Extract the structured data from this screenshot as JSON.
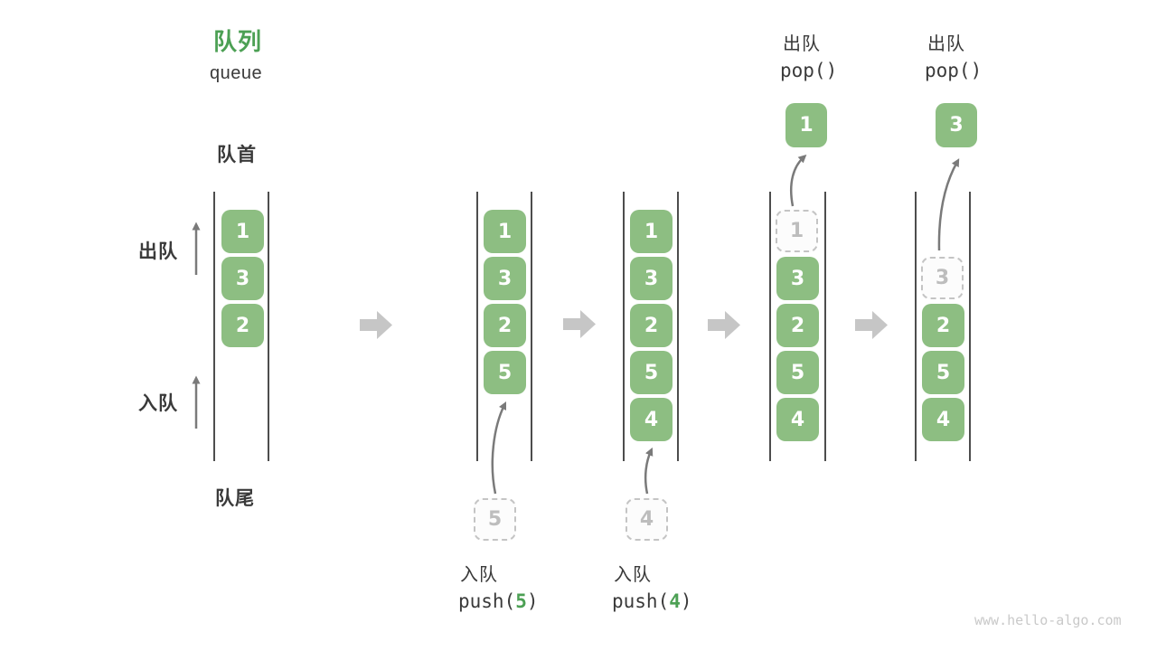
{
  "title": {
    "zh": "队列",
    "en": "queue"
  },
  "side_labels": {
    "front": "队首",
    "rear": "队尾",
    "dequeue": "出队",
    "enqueue": "入队"
  },
  "pop_ops": [
    {
      "label": "出队",
      "code": "pop()",
      "value": "1"
    },
    {
      "label": "出队",
      "code": "pop()",
      "value": "3"
    }
  ],
  "push_ops": [
    {
      "label": "入队",
      "fn": "push(",
      "arg": "5",
      "close": ")"
    },
    {
      "label": "入队",
      "fn": "push(",
      "arg": "4",
      "close": ")"
    }
  ],
  "queues": [
    {
      "boxes": [
        "1",
        "3",
        "2"
      ]
    },
    {
      "boxes": [
        "1",
        "3",
        "2",
        "5"
      ],
      "incoming": "5"
    },
    {
      "boxes": [
        "1",
        "3",
        "2",
        "5",
        "4"
      ],
      "incoming": "4"
    },
    {
      "ghost": "1",
      "boxes": [
        "3",
        "2",
        "5",
        "4"
      ]
    },
    {
      "ghost": "3",
      "boxes": [
        "2",
        "5",
        "4"
      ]
    }
  ],
  "watermark": "www.hello-algo.com",
  "colors": {
    "box_green": "#8DBE82",
    "accent_green": "#4CA054",
    "ink": "#3A3A3A",
    "wall": "#4D4D4D",
    "arrow_gray": "#7A7A7A",
    "block_arrow": "#C6C6C6",
    "ghost_border": "#C4C4C4",
    "ghost_text": "#BDBDBD",
    "watermark": "#C9C9C9"
  }
}
